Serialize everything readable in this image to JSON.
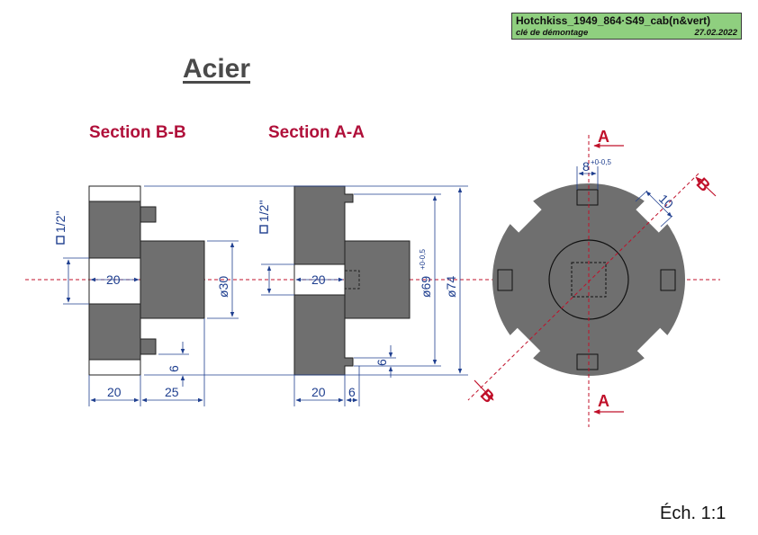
{
  "title_block": {
    "name": "Hotchkiss_1949_864·S49_cab(n&vert)",
    "subtitle": "clé de démontage",
    "date": "27.02.2022"
  },
  "heading": "Acier",
  "sections": {
    "b": "Section B-B",
    "a": "Section A-A"
  },
  "dimensions": {
    "square_b": "1/2\"",
    "square_a": "1/2\"",
    "width_b": "20",
    "width_a": "20",
    "dia_30": "ø30",
    "dia_69": "ø69",
    "dia_69_tol": "+0-0,5",
    "dia_74": "ø74",
    "lug_6_b": "6",
    "lug_6_a": "6",
    "bottom_20_b": "20",
    "bottom_25_b": "25",
    "bottom_20_a": "20",
    "bottom_6_a": "6",
    "slot_8": "8",
    "slot_8_tol": "+0-0,5",
    "slot_10": "10"
  },
  "section_marks": {
    "a_top": "A",
    "a_bottom": "A",
    "b_top": "B",
    "b_bottom": "B"
  },
  "scale": "Éch. 1:1",
  "colors": {
    "fill": "#6f6f6f",
    "dim": "#1f3f8f",
    "mark": "#c0102a",
    "title_bg": "#8fcf7f"
  }
}
